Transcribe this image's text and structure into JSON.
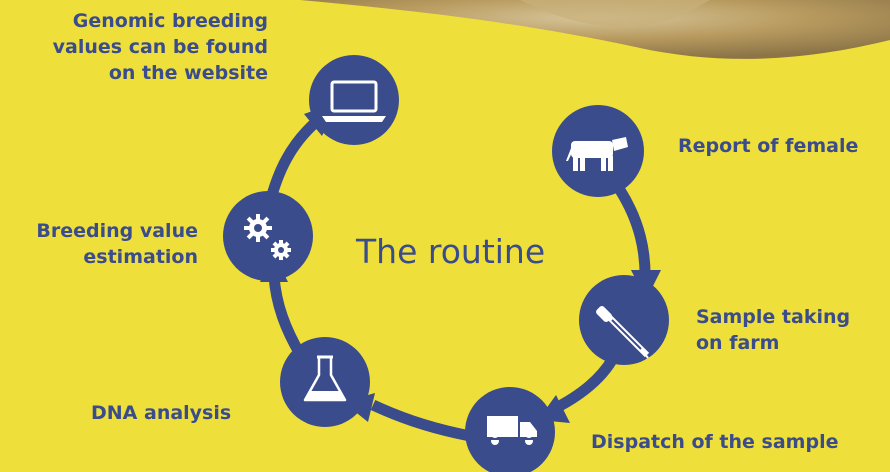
{
  "diagram": {
    "title": "The routine",
    "steps": {
      "website": {
        "line1": "Genomic breeding",
        "line2": "values can be found",
        "line3": "on the website",
        "icon": "laptop-icon"
      },
      "report": {
        "line1": "Report of female",
        "icon": "cow-icon"
      },
      "sample": {
        "line1": "Sample taking",
        "line2": "on farm",
        "icon": "pipette-icon"
      },
      "dispatch": {
        "line1": "Dispatch of the sample",
        "icon": "truck-icon"
      },
      "dna": {
        "line1": "DNA analysis",
        "icon": "flask-icon"
      },
      "estimation": {
        "line1": "Breeding value",
        "line2": "estimation",
        "icon": "gears-icon"
      }
    },
    "colors": {
      "background": "#efdf3a",
      "accent": "#3a4c8c",
      "photo": "#b0955a"
    }
  }
}
